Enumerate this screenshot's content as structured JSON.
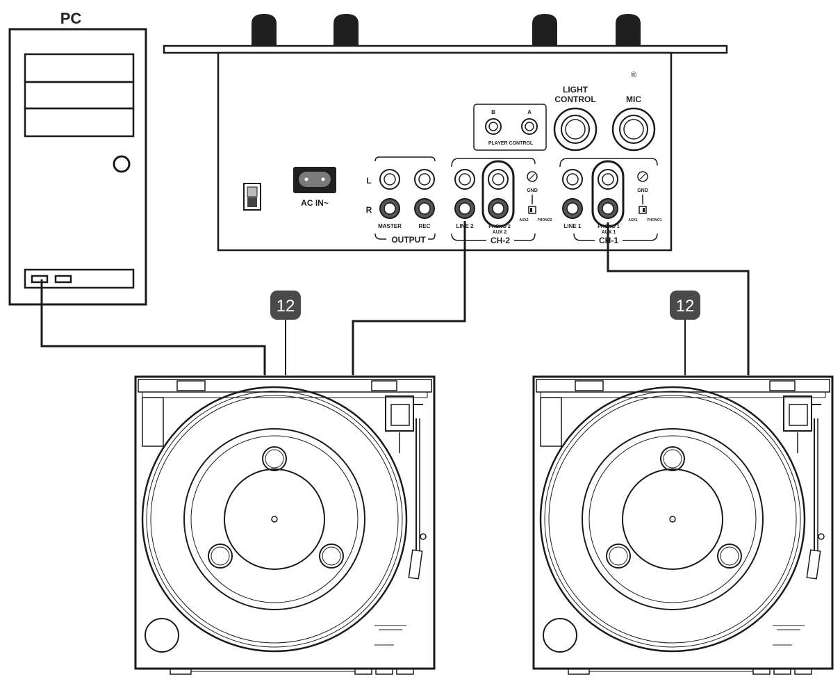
{
  "pc": {
    "label": "PC"
  },
  "mixer": {
    "player_control": {
      "label": "PLAYER CONTROL",
      "jack_b": "B",
      "jack_a": "A"
    },
    "light_control": {
      "line1": "LIGHT",
      "line2": "CONTROL"
    },
    "mic": {
      "label": "MIC"
    },
    "registered_mark": "®",
    "ac_in": "AC IN~",
    "output": {
      "row_l": "L",
      "row_r": "R",
      "master": "MASTER",
      "rec": "REC",
      "group": "OUTPUT"
    },
    "ch2": {
      "line": "LINE 2",
      "phono_line1": "PHONO 2",
      "phono_line2": "AUX 2",
      "gnd": "GND",
      "sw_aux": "AUX2",
      "sw_phono": "PHONO2",
      "group": "CH-2"
    },
    "ch1": {
      "line": "LINE 1",
      "phono_line1": "PHONO 1",
      "phono_line2": "AUX 1",
      "gnd": "GND",
      "sw_aux": "AUX1",
      "sw_phono": "PHONO1",
      "group": "CH-1"
    }
  },
  "callouts": {
    "left": "12",
    "right": "12"
  },
  "colors": {
    "stroke": "#1a1a1a",
    "badge": "#4a4a4a",
    "badge_text": "#ffffff",
    "jack_ring": "#444444"
  }
}
